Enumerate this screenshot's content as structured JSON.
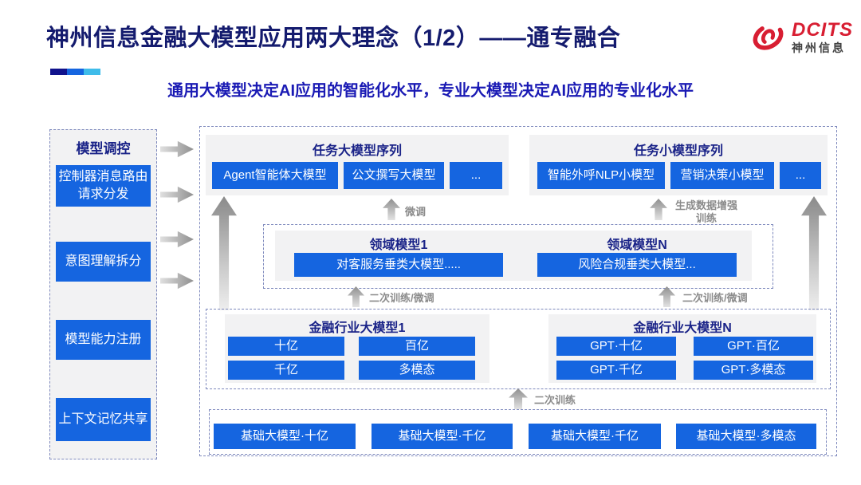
{
  "header": {
    "title": "神州信息金融大模型应用两大理念（1/2）——通专融合",
    "subtitle": "通用大模型决定AI应用的智能化水平，专业大模型决定AI应用的专业化水平",
    "logo": {
      "brand": "DCITS",
      "brand_cn": "神州信息"
    }
  },
  "colors": {
    "accent_blue": "#1565e0",
    "title_navy": "#141b6e",
    "subtitle_blue": "#1a1ab4",
    "header_navy": "#1a2388",
    "logo_red": "#d81e32",
    "flow_label_gray": "#8b8b8b",
    "deco_bar": [
      "#10128c",
      "#1565e0",
      "#3fbcea"
    ]
  },
  "sidebar": {
    "title": "模型调控",
    "items": [
      {
        "label": "控制器消息路由请求分发"
      },
      {
        "label": "意图理解拆分"
      },
      {
        "label": "模型能力注册"
      },
      {
        "label": "上下文记忆共享"
      }
    ]
  },
  "diagram": {
    "task_large": {
      "title": "任务大模型序列",
      "items": [
        "Agent智能体大模型",
        "公文撰写大模型",
        "..."
      ]
    },
    "task_small": {
      "title": "任务小模型序列",
      "items": [
        "智能外呼NLP小模型",
        "营销决策小模型",
        "..."
      ]
    },
    "labels": {
      "finetune": "微调",
      "gen_data_training": "生成数据增强训练",
      "retrain_finetune_left": "二次训练/微调",
      "retrain_finetune_right": "二次训练/微调",
      "retrain": "二次训练"
    },
    "domain": {
      "d1": {
        "title": "领域模型1",
        "item": "对客服务垂类大模型....."
      },
      "dn": {
        "title": "领域模型N",
        "item": "风险合规垂类大模型..."
      }
    },
    "finance": {
      "f1": {
        "title": "金融行业大模型1",
        "items": [
          "十亿",
          "百亿",
          "千亿",
          "多模态"
        ]
      },
      "fn": {
        "title": "金融行业大模型N",
        "items": [
          "GPT·十亿",
          "GPT·百亿",
          "GPT·千亿",
          "GPT·多模态"
        ]
      }
    },
    "base": {
      "items": [
        "基础大模型·十亿",
        "基础大模型·千亿",
        "基础大模型·千亿",
        "基础大模型·多模态"
      ]
    }
  }
}
